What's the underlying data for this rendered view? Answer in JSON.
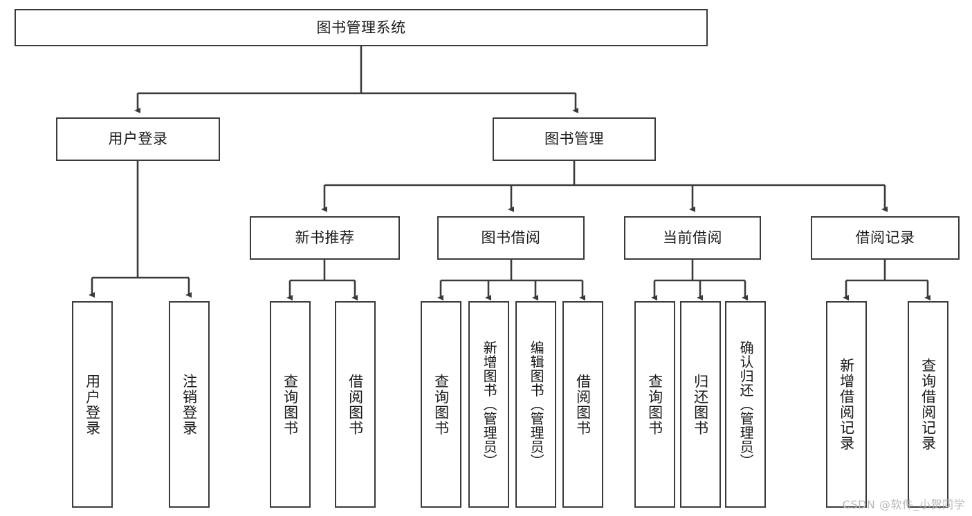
{
  "diagram": {
    "title": "图书管理系统",
    "type": "tree-hierarchy",
    "stroke_color": "#3a3a3a",
    "fill_color": "#ffffff",
    "text_color": "#1a1a1a"
  },
  "watermark": {
    "text": "CSDN @软件_小贺同学",
    "color": "#b9b9b9"
  },
  "nodes": {
    "root": {
      "label": "图书管理系统"
    },
    "level2": [
      {
        "label": "用户登录"
      },
      {
        "label": "图书管理"
      }
    ],
    "level3": [
      {
        "label": "新书推荐"
      },
      {
        "label": "图书借阅"
      },
      {
        "label": "当前借阅"
      },
      {
        "label": "借阅记录"
      }
    ],
    "leaves_user_login": [
      {
        "label": "用户登录"
      },
      {
        "label": "注销登录"
      }
    ],
    "leaves_new_book": [
      {
        "label": "查询图书"
      },
      {
        "label": "借阅图书"
      }
    ],
    "leaves_borrow": [
      {
        "label": "查询图书"
      },
      {
        "label": "新增图书（管理员）"
      },
      {
        "label": "编辑图书（管理员）"
      },
      {
        "label": "借阅图书"
      }
    ],
    "leaves_current": [
      {
        "label": "查询图书"
      },
      {
        "label": "归还图书"
      },
      {
        "label": "确认归还（管理员）"
      }
    ],
    "leaves_record": [
      {
        "label": "新增借阅记录"
      },
      {
        "label": "查询借阅记录"
      }
    ]
  }
}
